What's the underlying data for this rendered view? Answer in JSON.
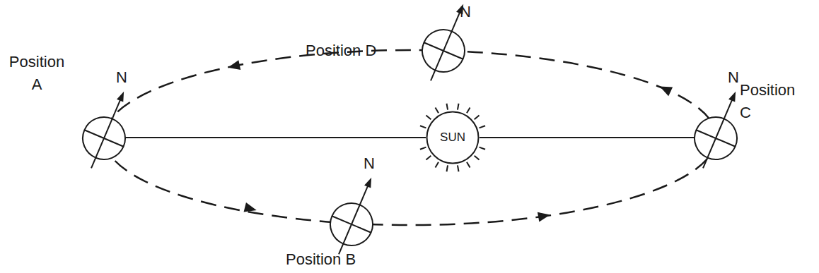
{
  "diagram": {
    "nodes": [
      {
        "text": [
          "SUN"
        ]
      }
    ],
    "labels": [
      "Position A",
      "N",
      "Position B",
      "N",
      "Position C",
      "N",
      "Position D",
      "N"
    ]
  }
}
